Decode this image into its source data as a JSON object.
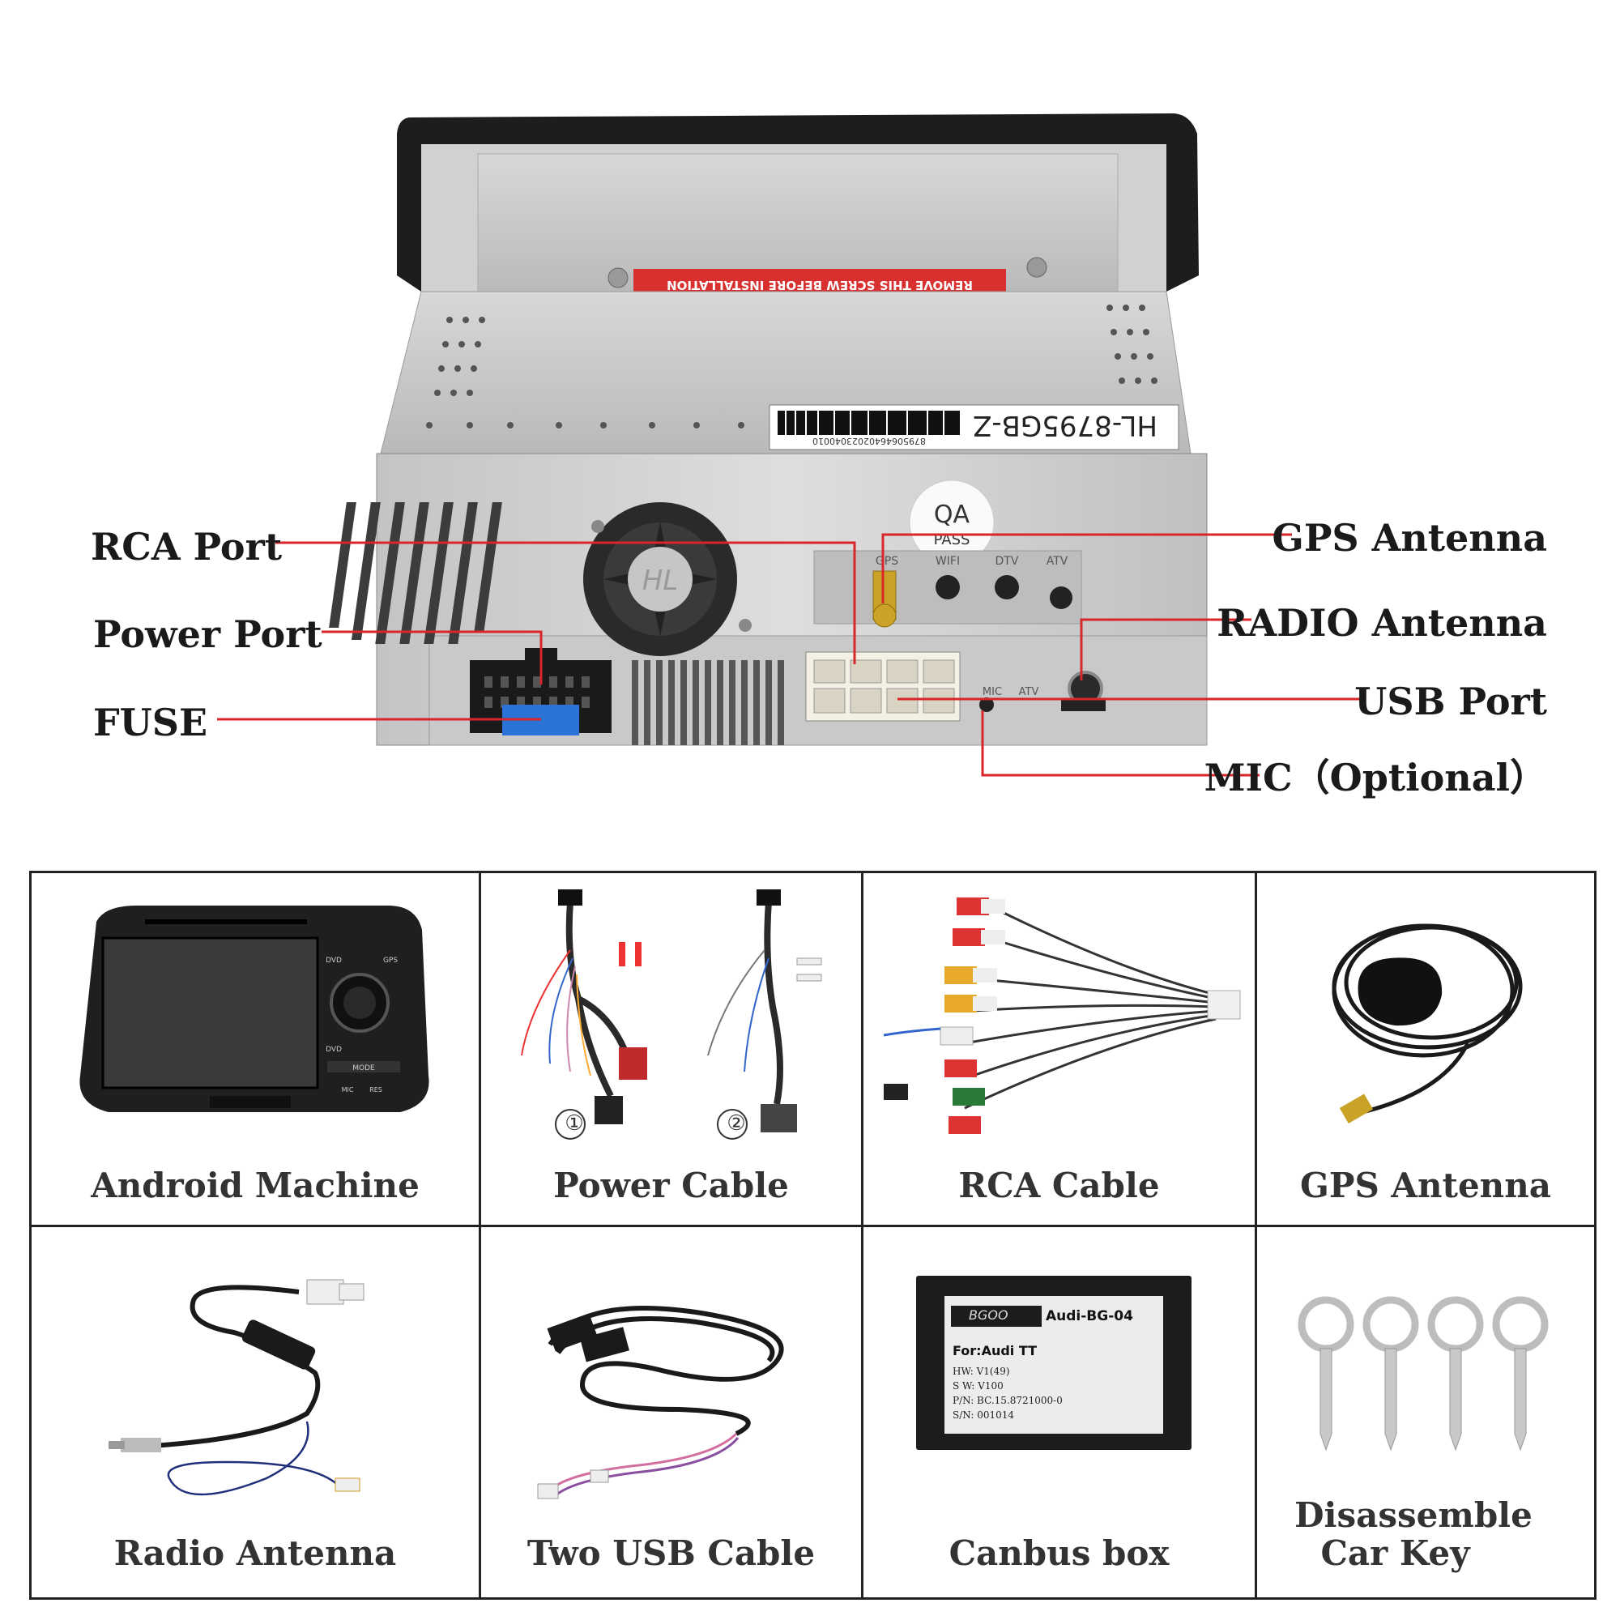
{
  "device": {
    "warning_label": "REMOVE THIS SCREW BEFORE INSTALLATION",
    "model_label": "HL-8795GB-Z",
    "barcode_number": "87950646402023040010",
    "qa_top": "QA",
    "qa_bottom": "PASS",
    "fan_logo": "HL",
    "antenna_ports": [
      "GPS",
      "WIFI",
      "DTV",
      "ATV"
    ],
    "usb_ports": [
      "MIC",
      "ATV"
    ]
  },
  "callouts": {
    "rca_port": "RCA Port",
    "power_port": "Power Port",
    "fuse": "FUSE",
    "gps_antenna": "GPS Antenna",
    "radio_antenna": "RADIO Antenna",
    "usb_port": "USB Port",
    "mic": "MIC（Optional）"
  },
  "line_color": "#d9262b",
  "items": {
    "android_machine": "Android Machine",
    "power_cable": "Power Cable",
    "rca_cable": "RCA Cable",
    "gps_antenna": "GPS Antenna",
    "radio_antenna": "Radio Antenna",
    "two_usb_cable": "Two USB Cable",
    "canbus_box": "Canbus box",
    "disassemble_line1": "Disassemble",
    "disassemble_line2": "Car  Key"
  },
  "power_cable_markers": [
    "①",
    "②"
  ],
  "canbus": {
    "brand": "BGOO",
    "model": "Audi-BG-04",
    "for": "For:Audi TT",
    "hw": "HW:  V1(49)",
    "sw": "S W:  V100",
    "pn": "P/N:  BC.15.8721000-0",
    "sn": "S/N:  001014"
  },
  "head_unit_buttons": [
    "DVD",
    "GPS",
    "DVD",
    "MODE",
    "MIC",
    "RES"
  ]
}
